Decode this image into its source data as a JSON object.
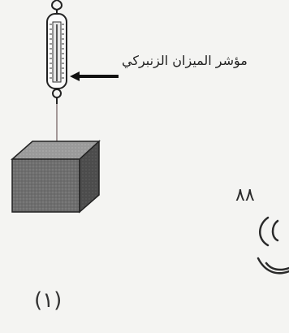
{
  "diagram": {
    "pointer_label": "مؤشر الميزان الزنبركي",
    "figure_number": "(١)",
    "handwritten_value": "٨٨"
  },
  "colors": {
    "ink": "#222222",
    "box_front": "#6f6f6f",
    "box_top": "#9a9a9a",
    "box_side": "#4f4f4f",
    "paper": "#f4f4f2"
  }
}
